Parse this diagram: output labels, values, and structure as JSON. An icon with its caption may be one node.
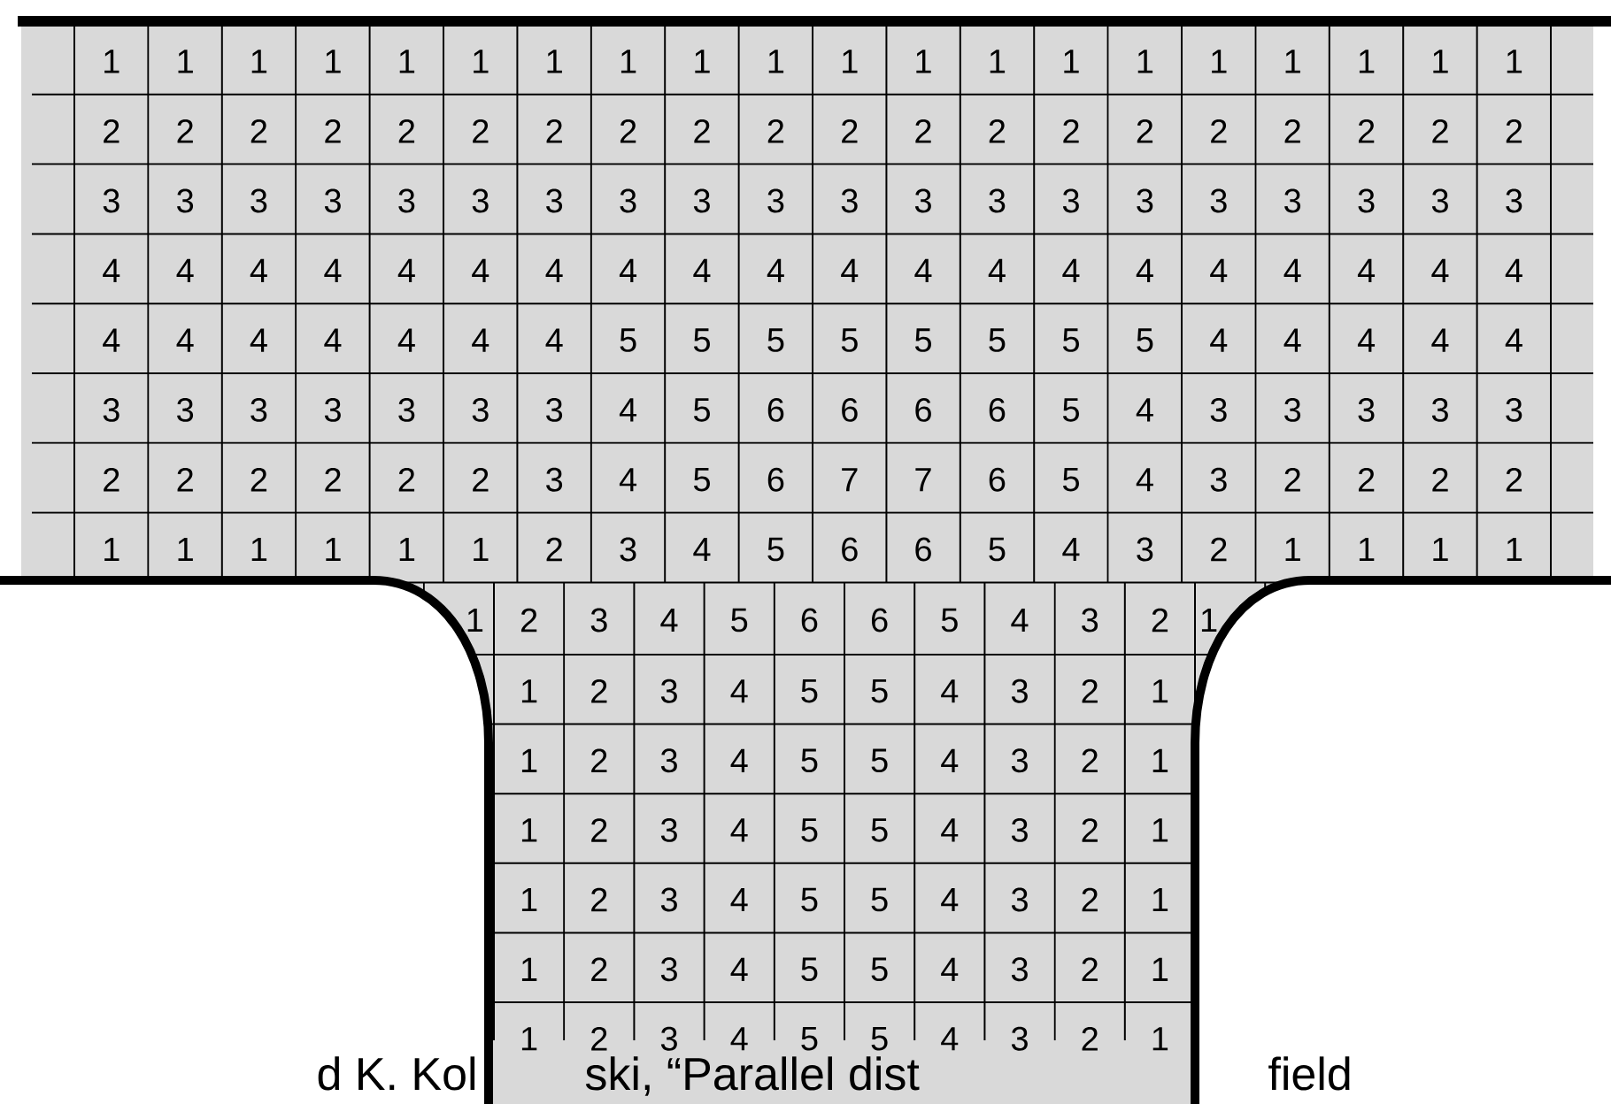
{
  "diagram": {
    "labels": [
      "1",
      "1",
      "1",
      "1",
      "1",
      "1",
      "1",
      "1",
      "1",
      "1",
      "1",
      "1",
      "1",
      "1",
      "1",
      "1",
      "1",
      "1",
      "1",
      "1",
      "2",
      "2",
      "2",
      "2",
      "2",
      "2",
      "2",
      "2",
      "2",
      "2",
      "2",
      "2",
      "2",
      "2",
      "2",
      "2",
      "2",
      "2",
      "2",
      "2",
      "3",
      "3",
      "3",
      "3",
      "3",
      "3",
      "3",
      "3",
      "3",
      "3",
      "3",
      "3",
      "3",
      "3",
      "3",
      "3",
      "3",
      "3",
      "3",
      "3",
      "4",
      "4",
      "4",
      "4",
      "4",
      "4",
      "4",
      "4",
      "4",
      "4",
      "4",
      "4",
      "4",
      "4",
      "4",
      "4",
      "4",
      "4",
      "4",
      "4",
      "4",
      "4",
      "4",
      "4",
      "4",
      "4",
      "4",
      "5",
      "5",
      "5",
      "5",
      "5",
      "5",
      "5",
      "5",
      "4",
      "4",
      "4",
      "4",
      "4",
      "3",
      "3",
      "3",
      "3",
      "3",
      "3",
      "3",
      "4",
      "5",
      "6",
      "6",
      "6",
      "6",
      "5",
      "4",
      "3",
      "3",
      "3",
      "3",
      "3",
      "2",
      "2",
      "2",
      "2",
      "2",
      "2",
      "3",
      "4",
      "5",
      "6",
      "7",
      "7",
      "6",
      "5",
      "4",
      "3",
      "2",
      "2",
      "2",
      "2",
      "1",
      "1",
      "1",
      "1",
      "1",
      "1",
      "2",
      "3",
      "4",
      "5",
      "6",
      "6",
      "5",
      "4",
      "3",
      "2",
      "1",
      "1",
      "1",
      "1",
      "1",
      "2",
      "3",
      "4",
      "5",
      "6",
      "6",
      "5",
      "4",
      "3",
      "2",
      "1",
      "1",
      "2",
      "3",
      "4",
      "5",
      "5",
      "4",
      "3",
      "2",
      "1",
      "1",
      "2",
      "3",
      "4",
      "5",
      "5",
      "4",
      "3",
      "2",
      "1",
      "1",
      "2",
      "3",
      "4",
      "5",
      "5",
      "4",
      "3",
      "2",
      "1",
      "1",
      "2",
      "3",
      "4",
      "5",
      "5",
      "4",
      "3",
      "2",
      "1",
      "1",
      "2",
      "3",
      "4",
      "5",
      "5",
      "4",
      "3",
      "2",
      "1",
      "1",
      "2",
      "3",
      "4",
      "5",
      "5",
      "4",
      "3",
      "2",
      "1",
      "d K. Kol",
      "ski, “Parallel dist",
      "field"
    ]
  }
}
